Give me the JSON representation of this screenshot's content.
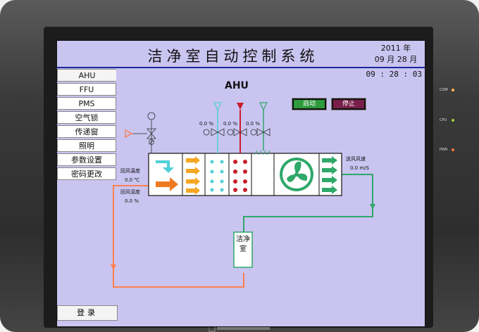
{
  "header": {
    "title": "洁净室自动控制系统",
    "year": "2011 年",
    "date": "09 月 28 月",
    "time": "09 : 28 : 03"
  },
  "nav": {
    "items": [
      {
        "label": "AHU"
      },
      {
        "label": "FFU"
      },
      {
        "label": "PMS"
      },
      {
        "label": "空气锁"
      },
      {
        "label": "传递窗"
      },
      {
        "label": "照明"
      },
      {
        "label": "参数设置"
      },
      {
        "label": "密码更改"
      }
    ],
    "login": "登录"
  },
  "ahu": {
    "title": "AHU",
    "start_label": "启动",
    "stop_label": "停止",
    "return_temp_label": "回风温度",
    "return_temp_value": "0.0  ℃",
    "return_humidity_label": "回风湿度",
    "return_humidity_value": "0.0  %",
    "supply_speed_label": "送风风速",
    "supply_speed_value": "0.0  m/S",
    "valve1_value": "0.0  %",
    "valve2_value": "0.0  %",
    "valve3_value": "0.0  %",
    "cleanroom_label": "洁净室"
  },
  "bezel": {
    "led_com": "COM",
    "led_cpu": "CPU",
    "led_pwr": "PWR"
  },
  "colors": {
    "screen_bg": "#c9c4f0",
    "return_air": "#ff7f50",
    "supply_air": "#2fa86a",
    "fresh_air_cyan": "#4fd0d8",
    "heating_red": "#c81e2a",
    "cooling_green": "#2fa86a"
  }
}
